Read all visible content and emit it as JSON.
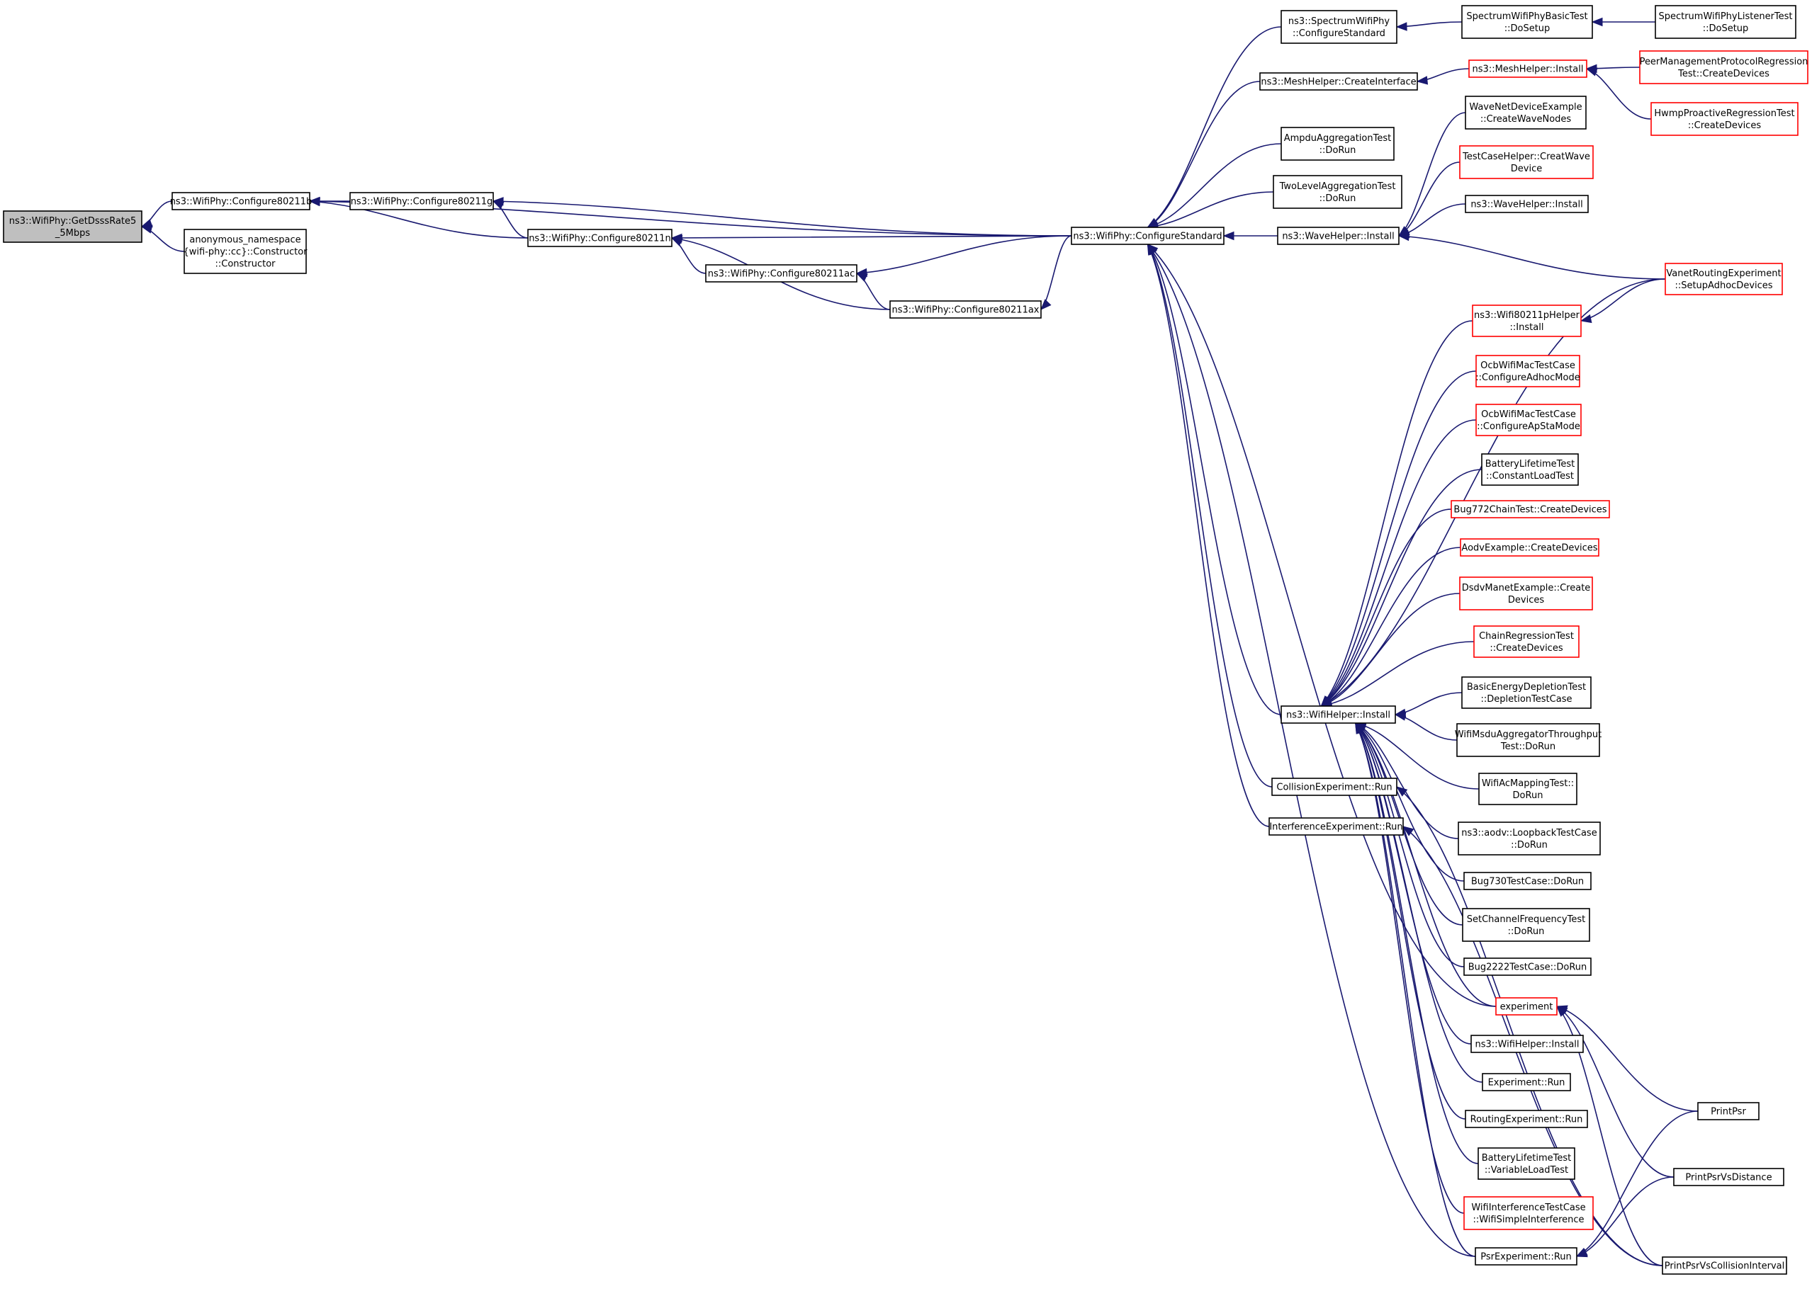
{
  "colors": {
    "edge": "#191970",
    "node_border_black": "#000000",
    "node_border_red": "#ff0000",
    "focus_fill": "#bfbfbf",
    "node_fill": "#ffffff"
  },
  "nodes": [
    {
      "id": "root",
      "lines": [
        "ns3::WifiPhy::GetDsssRate5",
        "_5Mbps"
      ],
      "border": "black",
      "focus": true
    },
    {
      "id": "c80211b",
      "lines": [
        "ns3::WifiPhy::Configure80211b"
      ],
      "border": "black"
    },
    {
      "id": "anon",
      "lines": [
        "anonymous_namespace",
        "{wifi-phy::cc}::Constructor",
        "::Constructor"
      ],
      "border": "black"
    },
    {
      "id": "c80211g",
      "lines": [
        "ns3::WifiPhy::Configure80211g"
      ],
      "border": "black"
    },
    {
      "id": "c80211n",
      "lines": [
        "ns3::WifiPhy::Configure80211n"
      ],
      "border": "black"
    },
    {
      "id": "c80211ac",
      "lines": [
        "ns3::WifiPhy::Configure80211ac"
      ],
      "border": "black"
    },
    {
      "id": "c80211ax",
      "lines": [
        "ns3::WifiPhy::Configure80211ax"
      ],
      "border": "black"
    },
    {
      "id": "cstd",
      "lines": [
        "ns3::WifiPhy::ConfigureStandard"
      ],
      "border": "black"
    },
    {
      "id": "spectrum",
      "lines": [
        "ns3::SpectrumWifiPhy",
        "::ConfigureStandard"
      ],
      "border": "black"
    },
    {
      "id": "meshCI",
      "lines": [
        "ns3::MeshHelper::CreateInterface"
      ],
      "border": "black"
    },
    {
      "id": "ampdu",
      "lines": [
        "AmpduAggregationTest",
        "::DoRun"
      ],
      "border": "black"
    },
    {
      "id": "twolevel",
      "lines": [
        "TwoLevelAggregationTest",
        "::DoRun"
      ],
      "border": "black"
    },
    {
      "id": "waveInstall",
      "lines": [
        "ns3::WaveHelper::Install"
      ],
      "border": "black"
    },
    {
      "id": "wifiInstall",
      "lines": [
        "ns3::WifiHelper::Install"
      ],
      "border": "black"
    },
    {
      "id": "collision",
      "lines": [
        "CollisionExperiment::Run"
      ],
      "border": "black"
    },
    {
      "id": "interference",
      "lines": [
        "InterferenceExperiment::Run"
      ],
      "border": "black"
    },
    {
      "id": "spectrumBasic",
      "lines": [
        "SpectrumWifiPhyBasicTest",
        "::DoSetup"
      ],
      "border": "black"
    },
    {
      "id": "spectrumListener",
      "lines": [
        "SpectrumWifiPhyListenerTest",
        "::DoSetup"
      ],
      "border": "black"
    },
    {
      "id": "meshInstall",
      "lines": [
        "ns3::MeshHelper::Install"
      ],
      "border": "red"
    },
    {
      "id": "peerMgmt",
      "lines": [
        "PeerManagementProtocolRegression",
        "Test::CreateDevices"
      ],
      "border": "red"
    },
    {
      "id": "hwmp",
      "lines": [
        "HwmpProactiveRegressionTest",
        "::CreateDevices"
      ],
      "border": "red"
    },
    {
      "id": "waveNet",
      "lines": [
        "WaveNetDeviceExample",
        "::CreateWaveNodes"
      ],
      "border": "black"
    },
    {
      "id": "testCaseHelper",
      "lines": [
        "TestCaseHelper::CreatWave",
        "Device"
      ],
      "border": "red"
    },
    {
      "id": "waveInstall2",
      "lines": [
        "ns3::WaveHelper::Install"
      ],
      "border": "black"
    },
    {
      "id": "vanet",
      "lines": [
        "VanetRoutingExperiment",
        "::SetupAdhocDevices"
      ],
      "border": "red"
    },
    {
      "id": "wifi80211p",
      "lines": [
        "ns3::Wifi80211pHelper",
        "::Install"
      ],
      "border": "red"
    },
    {
      "id": "ocbAdhoc",
      "lines": [
        "OcbWifiMacTestCase",
        "::ConfigureAdhocMode"
      ],
      "border": "red"
    },
    {
      "id": "ocbApSta",
      "lines": [
        "OcbWifiMacTestCase",
        "::ConfigureApStaMode"
      ],
      "border": "red"
    },
    {
      "id": "batteryConst",
      "lines": [
        "BatteryLifetimeTest",
        "::ConstantLoadTest"
      ],
      "border": "black"
    },
    {
      "id": "bug772",
      "lines": [
        "Bug772ChainTest::CreateDevices"
      ],
      "border": "red"
    },
    {
      "id": "aodvEx",
      "lines": [
        "AodvExample::CreateDevices"
      ],
      "border": "red"
    },
    {
      "id": "dsdv",
      "lines": [
        "DsdvManetExample::Create",
        "Devices"
      ],
      "border": "red"
    },
    {
      "id": "chainReg",
      "lines": [
        "ChainRegressionTest",
        "::CreateDevices"
      ],
      "border": "red"
    },
    {
      "id": "basicEnergy",
      "lines": [
        "BasicEnergyDepletionTest",
        "::DepletionTestCase"
      ],
      "border": "black"
    },
    {
      "id": "msdu",
      "lines": [
        "WifiMsduAggregatorThroughput",
        "Test::DoRun"
      ],
      "border": "black"
    },
    {
      "id": "acMapping",
      "lines": [
        "WifiAcMappingTest::",
        "DoRun"
      ],
      "border": "black"
    },
    {
      "id": "aodvLoop",
      "lines": [
        "ns3::aodv::LoopbackTestCase",
        "::DoRun"
      ],
      "border": "black"
    },
    {
      "id": "bug730",
      "lines": [
        "Bug730TestCase::DoRun"
      ],
      "border": "black"
    },
    {
      "id": "setChannel",
      "lines": [
        "SetChannelFrequencyTest",
        "::DoRun"
      ],
      "border": "black"
    },
    {
      "id": "bug2222",
      "lines": [
        "Bug2222TestCase::DoRun"
      ],
      "border": "black"
    },
    {
      "id": "experiment",
      "lines": [
        "experiment"
      ],
      "border": "red"
    },
    {
      "id": "wifiInstall2",
      "lines": [
        "ns3::WifiHelper::Install"
      ],
      "border": "black"
    },
    {
      "id": "expRun",
      "lines": [
        "Experiment::Run"
      ],
      "border": "black"
    },
    {
      "id": "routingRun",
      "lines": [
        "RoutingExperiment::Run"
      ],
      "border": "black"
    },
    {
      "id": "batteryVar",
      "lines": [
        "BatteryLifetimeTest",
        "::VariableLoadTest"
      ],
      "border": "black"
    },
    {
      "id": "wifiInterf",
      "lines": [
        "WifiInterferenceTestCase",
        "::WifiSimpleInterference"
      ],
      "border": "red"
    },
    {
      "id": "psrRun",
      "lines": [
        "PsrExperiment::Run"
      ],
      "border": "black"
    },
    {
      "id": "printPsr",
      "lines": [
        "PrintPsr"
      ],
      "border": "black"
    },
    {
      "id": "printPsrDist",
      "lines": [
        "PrintPsrVsDistance"
      ],
      "border": "black"
    },
    {
      "id": "printPsrColl",
      "lines": [
        "PrintPsrVsCollisionInterval"
      ],
      "border": "black"
    }
  ],
  "edges": [
    {
      "from": "c80211b",
      "to": "root"
    },
    {
      "from": "anon",
      "to": "root"
    },
    {
      "from": "c80211g",
      "to": "c80211b"
    },
    {
      "from": "c80211n",
      "to": "c80211b"
    },
    {
      "from": "cstd",
      "to": "c80211b"
    },
    {
      "from": "c80211n",
      "to": "c80211g"
    },
    {
      "from": "cstd",
      "to": "c80211g"
    },
    {
      "from": "c80211ac",
      "to": "c80211n"
    },
    {
      "from": "c80211ax",
      "to": "c80211n"
    },
    {
      "from": "cstd",
      "to": "c80211n"
    },
    {
      "from": "c80211ax",
      "to": "c80211ac"
    },
    {
      "from": "cstd",
      "to": "c80211ac"
    },
    {
      "from": "cstd",
      "to": "c80211ax"
    },
    {
      "from": "spectrum",
      "to": "cstd"
    },
    {
      "from": "meshCI",
      "to": "cstd"
    },
    {
      "from": "ampdu",
      "to": "cstd"
    },
    {
      "from": "twolevel",
      "to": "cstd"
    },
    {
      "from": "waveInstall",
      "to": "cstd"
    },
    {
      "from": "wifiInstall",
      "to": "cstd"
    },
    {
      "from": "collision",
      "to": "cstd"
    },
    {
      "from": "interference",
      "to": "cstd"
    },
    {
      "from": "experiment",
      "to": "cstd"
    },
    {
      "from": "psrRun",
      "to": "cstd"
    },
    {
      "from": "spectrumBasic",
      "to": "spectrum"
    },
    {
      "from": "spectrumListener",
      "to": "spectrumBasic"
    },
    {
      "from": "meshInstall",
      "to": "meshCI"
    },
    {
      "from": "peerMgmt",
      "to": "meshInstall"
    },
    {
      "from": "hwmp",
      "to": "meshInstall"
    },
    {
      "from": "waveNet",
      "to": "waveInstall"
    },
    {
      "from": "testCaseHelper",
      "to": "waveInstall"
    },
    {
      "from": "waveInstall2",
      "to": "waveInstall"
    },
    {
      "from": "vanet",
      "to": "waveInstall"
    },
    {
      "from": "vanet",
      "to": "wifiInstall"
    },
    {
      "from": "vanet",
      "to": "wifi80211p"
    },
    {
      "from": "wifi80211p",
      "to": "wifiInstall"
    },
    {
      "from": "ocbAdhoc",
      "to": "wifiInstall"
    },
    {
      "from": "ocbApSta",
      "to": "wifiInstall"
    },
    {
      "from": "batteryConst",
      "to": "wifiInstall"
    },
    {
      "from": "bug772",
      "to": "wifiInstall"
    },
    {
      "from": "aodvEx",
      "to": "wifiInstall"
    },
    {
      "from": "dsdv",
      "to": "wifiInstall"
    },
    {
      "from": "chainReg",
      "to": "wifiInstall"
    },
    {
      "from": "basicEnergy",
      "to": "wifiInstall"
    },
    {
      "from": "msdu",
      "to": "wifiInstall"
    },
    {
      "from": "acMapping",
      "to": "wifiInstall"
    },
    {
      "from": "aodvLoop",
      "to": "wifiInstall"
    },
    {
      "from": "bug730",
      "to": "wifiInstall"
    },
    {
      "from": "setChannel",
      "to": "wifiInstall"
    },
    {
      "from": "bug2222",
      "to": "wifiInstall"
    },
    {
      "from": "experiment",
      "to": "wifiInstall"
    },
    {
      "from": "wifiInstall2",
      "to": "wifiInstall"
    },
    {
      "from": "expRun",
      "to": "wifiInstall"
    },
    {
      "from": "routingRun",
      "to": "wifiInstall"
    },
    {
      "from": "batteryVar",
      "to": "wifiInstall"
    },
    {
      "from": "wifiInterf",
      "to": "wifiInstall"
    },
    {
      "from": "psrRun",
      "to": "wifiInstall"
    },
    {
      "from": "printPsrColl",
      "to": "collision"
    },
    {
      "from": "printPsr",
      "to": "experiment"
    },
    {
      "from": "printPsrDist",
      "to": "experiment"
    },
    {
      "from": "printPsrColl",
      "to": "experiment"
    },
    {
      "from": "printPsr",
      "to": "psrRun"
    },
    {
      "from": "printPsrDist",
      "to": "psrRun"
    },
    {
      "from": "printPsrColl",
      "to": "interference"
    }
  ]
}
